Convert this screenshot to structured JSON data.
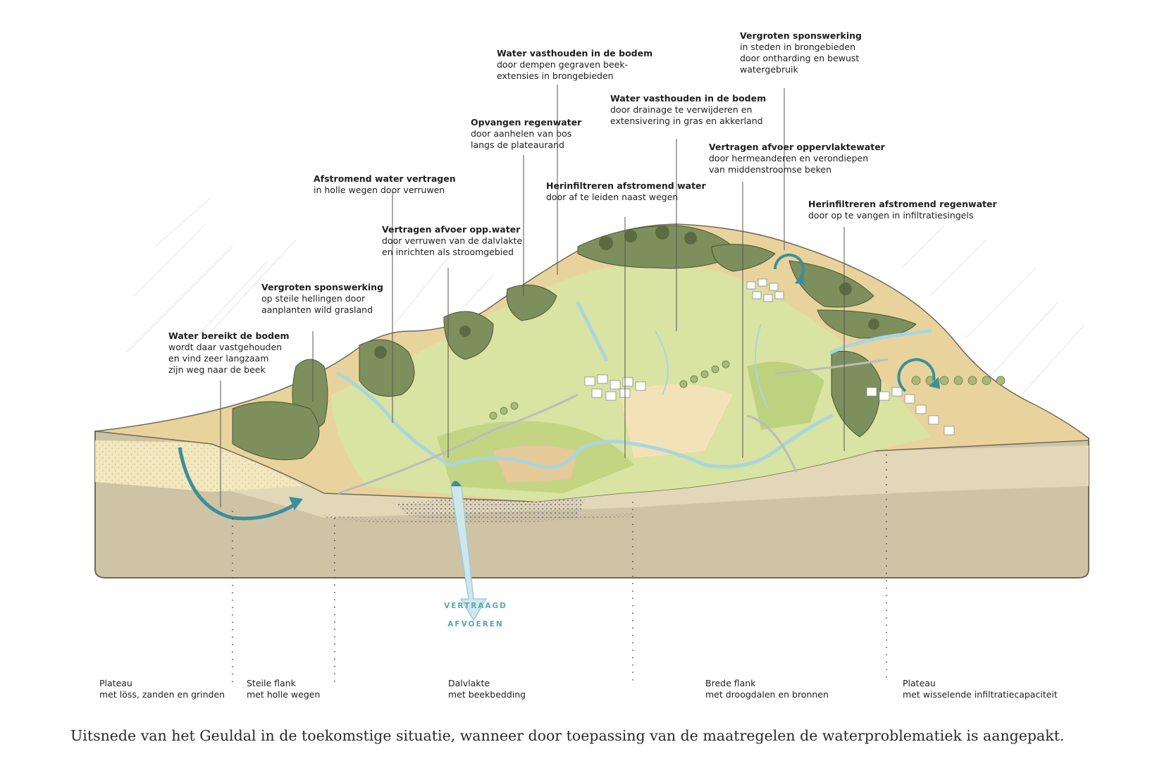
{
  "annotations": [
    {
      "title": "Water vasthouden in de bodem",
      "desc": "door dempen gegraven beek-\nextensies in brongebieden"
    },
    {
      "title": "Vergroten sponswerking",
      "desc": "in steden in brongebieden\ndoor ontharding en bewust\nwatergebruik"
    },
    {
      "title": "Water vasthouden in de bodem",
      "desc": "door drainage te verwijderen en\nextensivering in gras en akkerland"
    },
    {
      "title": "Opvangen regenwater",
      "desc": "door aanhelen van bos\nlangs de plateaurand"
    },
    {
      "title": "Vertragen afvoer oppervlaktewater",
      "desc": "door hermeanderen en verondiepen\nvan middenstroomse beken"
    },
    {
      "title": "Afstromend water vertragen",
      "desc": "in holle wegen door verruwen"
    },
    {
      "title": "Herinfiltreren afstromend water",
      "desc": "door af te leiden naast wegen"
    },
    {
      "title": "Herinfiltreren afstromend regenwater",
      "desc": "door op te vangen in infiltratiesingels"
    },
    {
      "title": "Vertragen afvoer opp.water",
      "desc": "door verruwen van de dalvlakte\nen inrichten als stroomgebied"
    },
    {
      "title": "Vergroten sponswerking",
      "desc": "op steile hellingen door\naanplanten wild grasland"
    },
    {
      "title": "Water bereikt de bodem",
      "desc": "wordt daar vastgehouden\nen vind zeer langzaam\nzijn weg naar de beek"
    }
  ],
  "arrow_label": {
    "line1": "VERTRAAGD",
    "line2": "AFVOEREN"
  },
  "zones": [
    {
      "name": "Plateau",
      "desc": "met löss, zanden en grinden"
    },
    {
      "name": "Steile flank",
      "desc": "met holle wegen"
    },
    {
      "name": "Dalvlakte",
      "desc": "met beekbedding"
    },
    {
      "name": "Brede flank",
      "desc": "met droogdalen en bronnen"
    },
    {
      "name": "Plateau",
      "desc": "met wisselende infiltratiecapaciteit"
    }
  ],
  "caption": "Uitsnede van het Geuldal in de toekomstige situatie, wanneer door toepassing van de maatregelen de waterproblematiek is aangepakt.",
  "colors": {
    "ground": "#cfc3a6",
    "soil_light": "#f2e7bf",
    "meadow": "#d9e3a2",
    "field": "#efd9ad",
    "forest": "#7d8f5c",
    "forest_dark": "#5b6b40",
    "water": "#a9d6de",
    "accent_teal": "#3b8f9b"
  }
}
